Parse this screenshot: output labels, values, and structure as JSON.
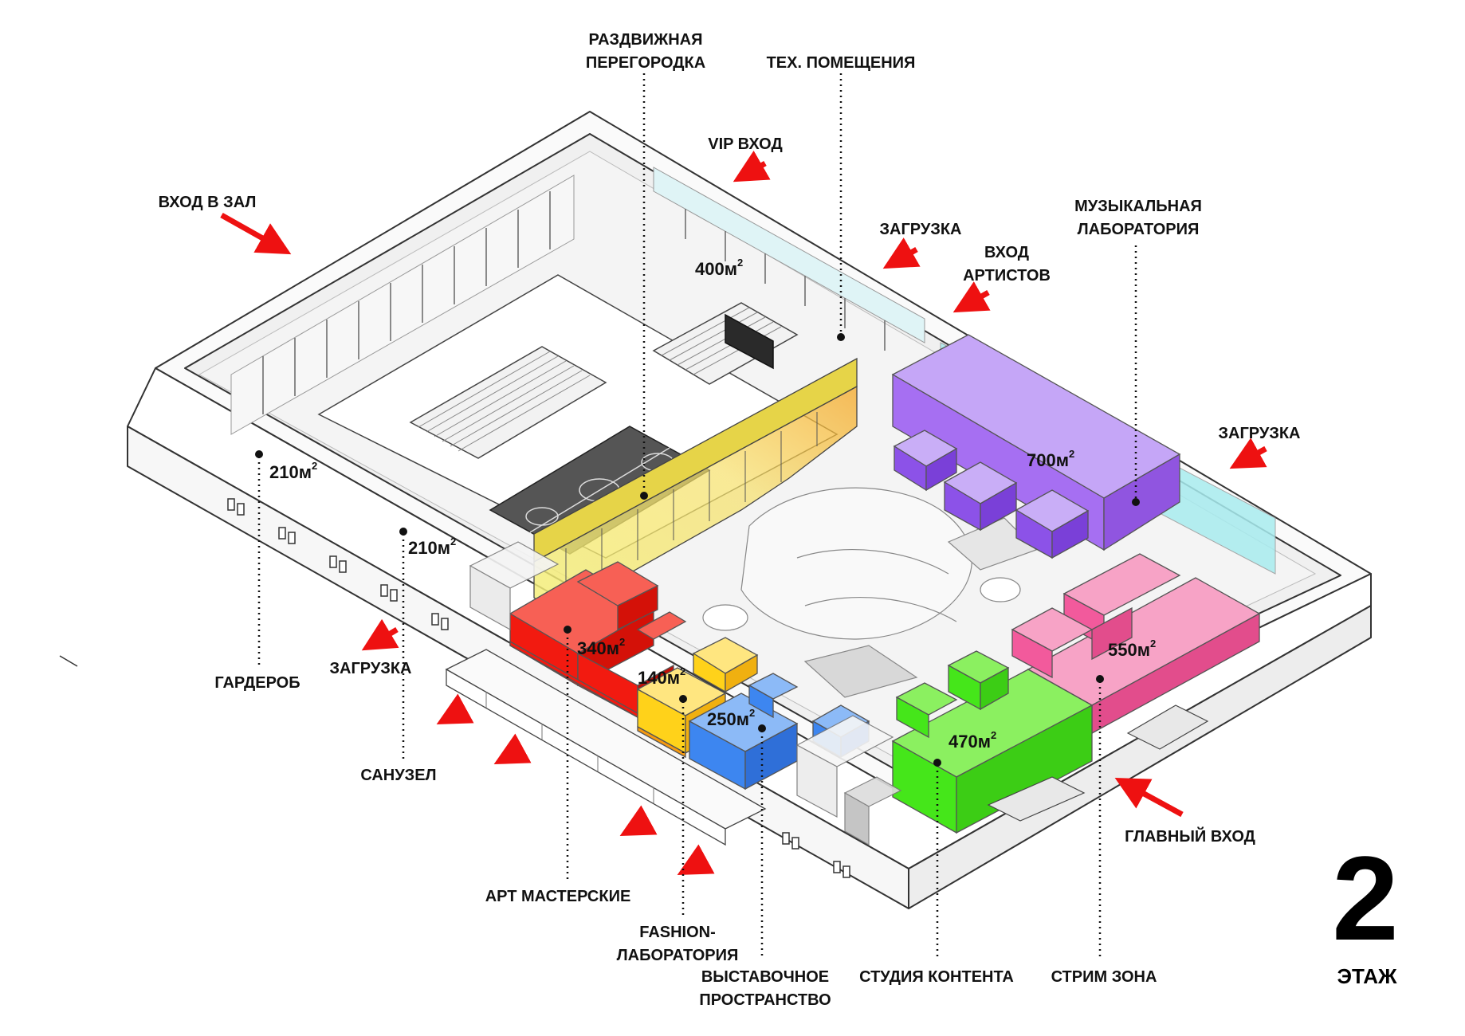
{
  "labels": {
    "sliding_partition": [
      "РАЗДВИЖНАЯ",
      "ПЕРЕГОРОДКА"
    ],
    "tech_rooms": "ТЕХ. ПОМЕЩЕНИЯ",
    "vip_entrance": "VIP ВХОД",
    "hall_entrance": "ВХОД В ЗАЛ",
    "loading_top": "ЗАГРУЗКА",
    "artists_entrance": [
      "ВХОД",
      "АРТИСТОВ"
    ],
    "music_lab": [
      "МУЗЫКАЛЬНАЯ",
      "ЛАБОРАТОРИЯ"
    ],
    "loading_right": "ЗАГРУЗКА",
    "cloakroom": "ГАРДЕРОБ",
    "loading_left": "ЗАГРУЗКА",
    "restroom": "САНУЗЕЛ",
    "main_entrance": "ГЛАВНЫЙ ВХОД",
    "art_workshops": "АРТ МАСТЕРСКИЕ",
    "fashion_lab": [
      "FASHION-",
      "ЛАБОРАТОРИЯ"
    ],
    "exhibition": [
      "ВЫСТАВОЧНОЕ",
      "ПРОСТРАНСТВО"
    ],
    "content_studio": "СТУДИЯ КОНТЕНТА",
    "stream_zone": "СТРИМ ЗОНА"
  },
  "areas": {
    "hall": "400м",
    "cloakroom": "210м",
    "restroom": "210м",
    "music_lab": "700м",
    "art": "340м",
    "fashion": "140м",
    "exhibition": "250м",
    "content": "470м",
    "stream": "550м",
    "unit_superscript": "2"
  },
  "floor": {
    "number": "2",
    "caption": "ЭТАЖ"
  },
  "colors": {
    "art": "#f21a10",
    "fashion": "#ffd21a",
    "exhibition": "#3d86f0",
    "content": "#45e61a",
    "stream": "#f25a9c",
    "music": "#a66ff2",
    "partition": "#f2ea6a",
    "glass": "#a8ecef",
    "arrow": "#ee1111"
  }
}
